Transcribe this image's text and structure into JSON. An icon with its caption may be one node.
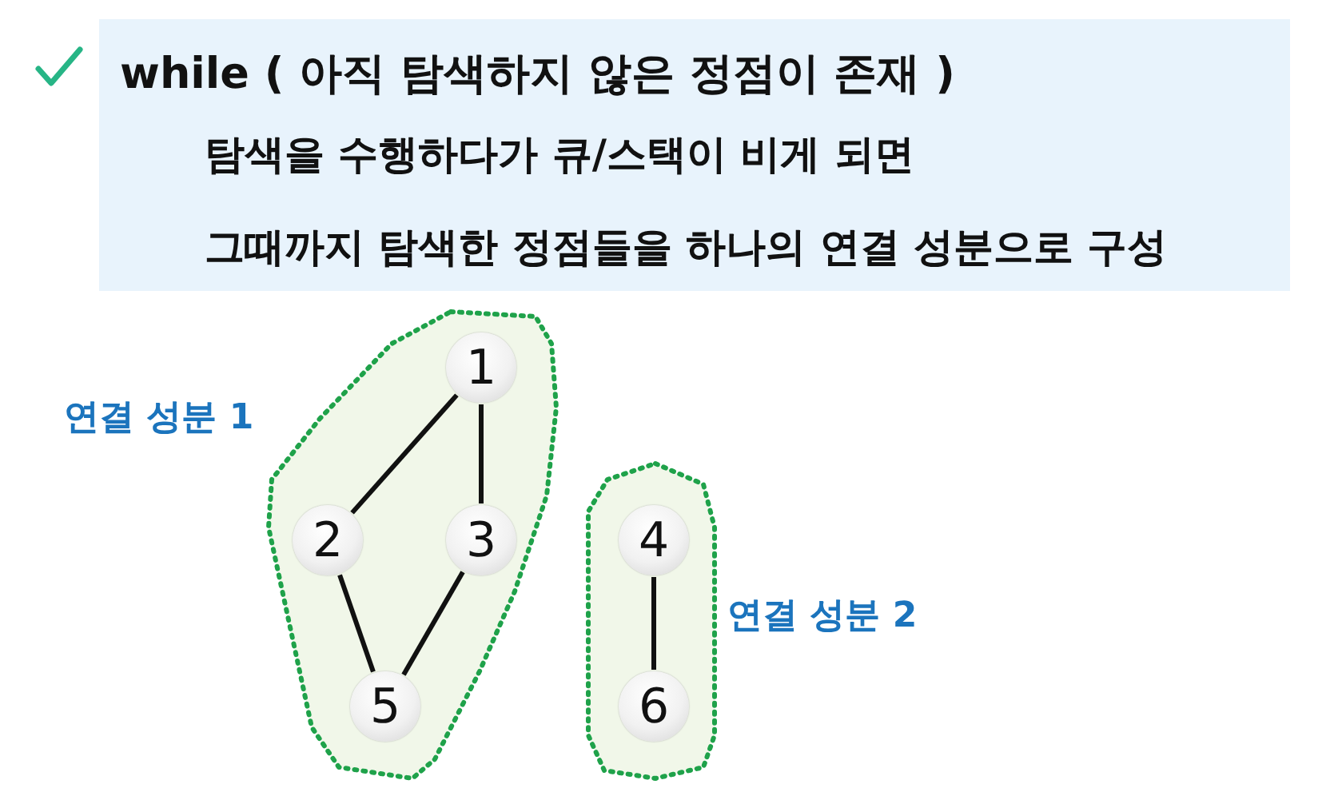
{
  "diagram": {
    "nodes": [
      {
        "text": [
          "while ( 아직 탐색하지 않은 정점이 존재 )",
          "탐색을 수행하다가 큐/스택이 비게 되면",
          "그때까지 탐색한 정점들을 하나의 연결 성분으로 구성"
        ]
      },
      {
        "text": [
          "연결 성분 1"
        ]
      },
      {
        "text": [
          "1"
        ],
        "in": 1
      },
      {
        "text": [
          "2"
        ],
        "in": 1
      },
      {
        "text": [
          "3"
        ],
        "in": 1
      },
      {
        "text": [
          "5"
        ],
        "in": 1
      },
      {
        "text": [
          "연결 성분 2"
        ]
      },
      {
        "text": [
          "4"
        ],
        "in": 6
      },
      {
        "text": [
          "6"
        ],
        "in": 6
      }
    ],
    "edges": [
      {
        "from": 2,
        "to": 3,
        "arrow": "none"
      },
      {
        "from": 2,
        "to": 4,
        "arrow": "none"
      },
      {
        "from": 3,
        "to": 5,
        "arrow": "none"
      },
      {
        "from": 4,
        "to": 5,
        "arrow": "none"
      },
      {
        "from": 7,
        "to": 8,
        "arrow": "none"
      }
    ]
  }
}
